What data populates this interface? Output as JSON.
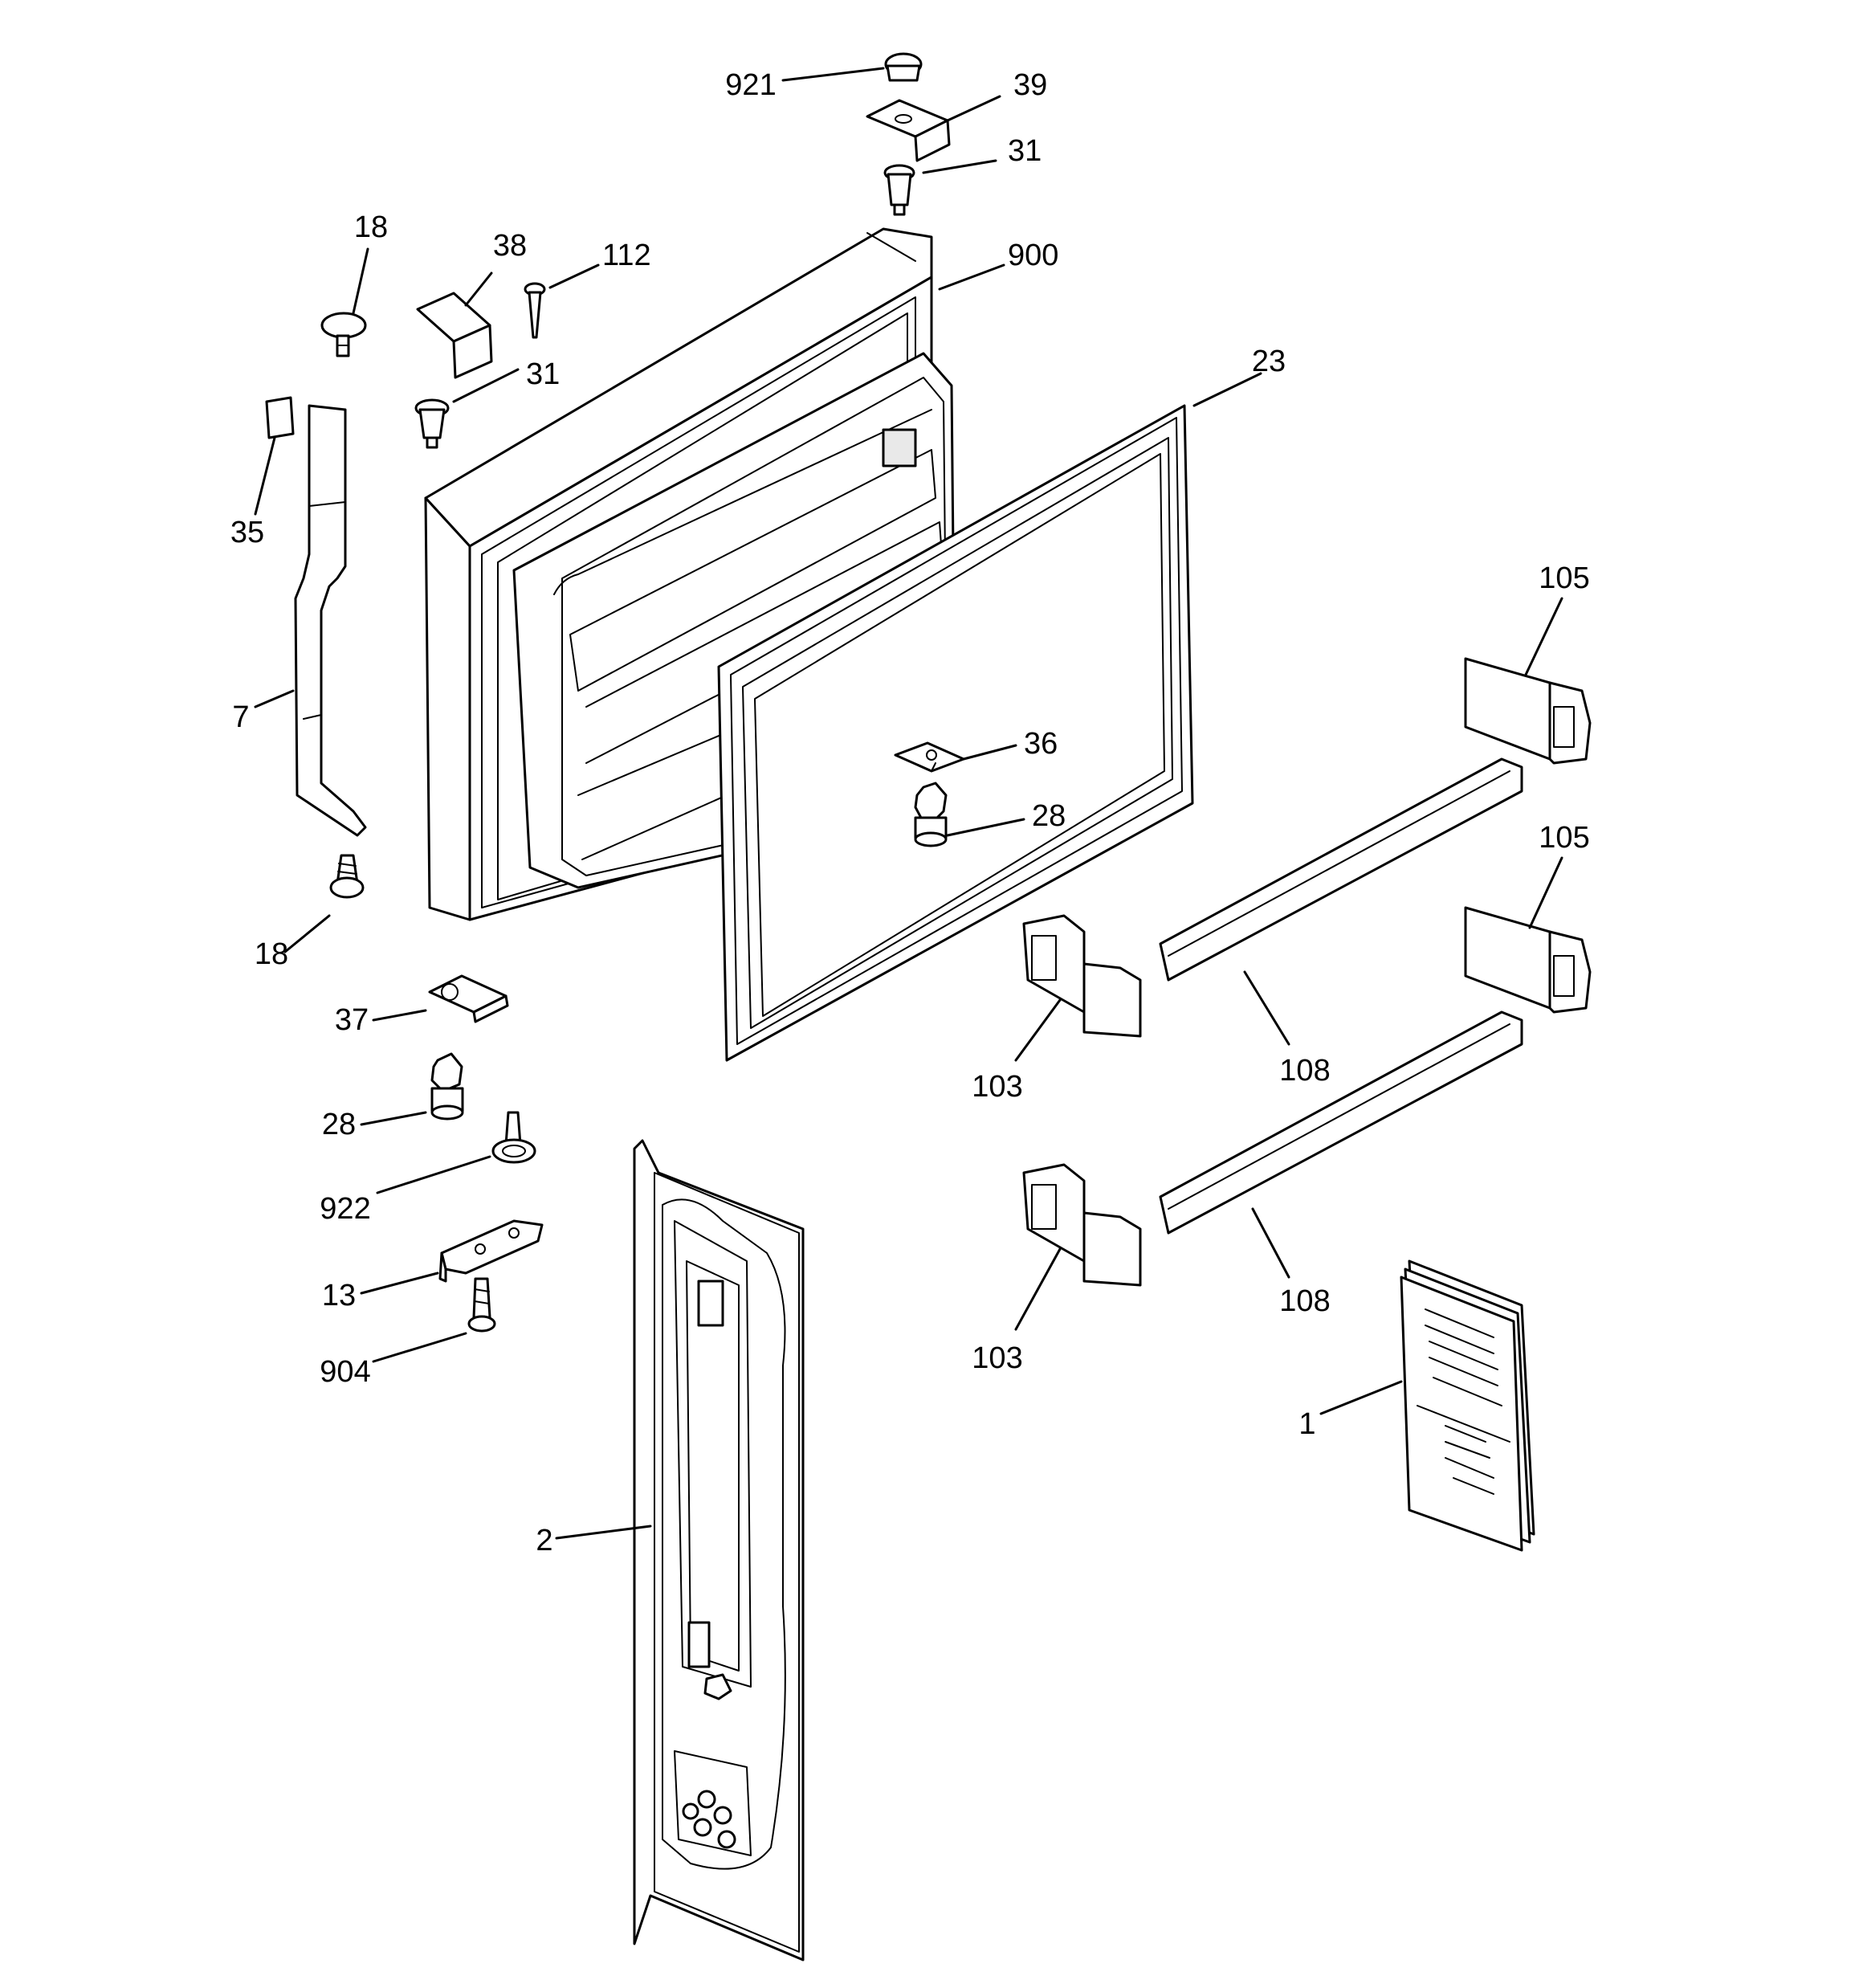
{
  "callouts": [
    {
      "id": "921",
      "label": "921"
    },
    {
      "id": "39",
      "label": "39"
    },
    {
      "id": "31a",
      "label": "31"
    },
    {
      "id": "900",
      "label": "900"
    },
    {
      "id": "18a",
      "label": "18"
    },
    {
      "id": "38",
      "label": "38"
    },
    {
      "id": "112",
      "label": "112"
    },
    {
      "id": "31b",
      "label": "31"
    },
    {
      "id": "23",
      "label": "23"
    },
    {
      "id": "35",
      "label": "35"
    },
    {
      "id": "105a",
      "label": "105"
    },
    {
      "id": "7",
      "label": "7"
    },
    {
      "id": "36",
      "label": "36"
    },
    {
      "id": "28a",
      "label": "28"
    },
    {
      "id": "105b",
      "label": "105"
    },
    {
      "id": "18b",
      "label": "18"
    },
    {
      "id": "37",
      "label": "37"
    },
    {
      "id": "103a",
      "label": "103"
    },
    {
      "id": "108a",
      "label": "108"
    },
    {
      "id": "28b",
      "label": "28"
    },
    {
      "id": "922",
      "label": "922"
    },
    {
      "id": "13",
      "label": "13"
    },
    {
      "id": "108b",
      "label": "108"
    },
    {
      "id": "904",
      "label": "904"
    },
    {
      "id": "103b",
      "label": "103"
    },
    {
      "id": "1",
      "label": "1"
    },
    {
      "id": "2",
      "label": "2"
    }
  ]
}
